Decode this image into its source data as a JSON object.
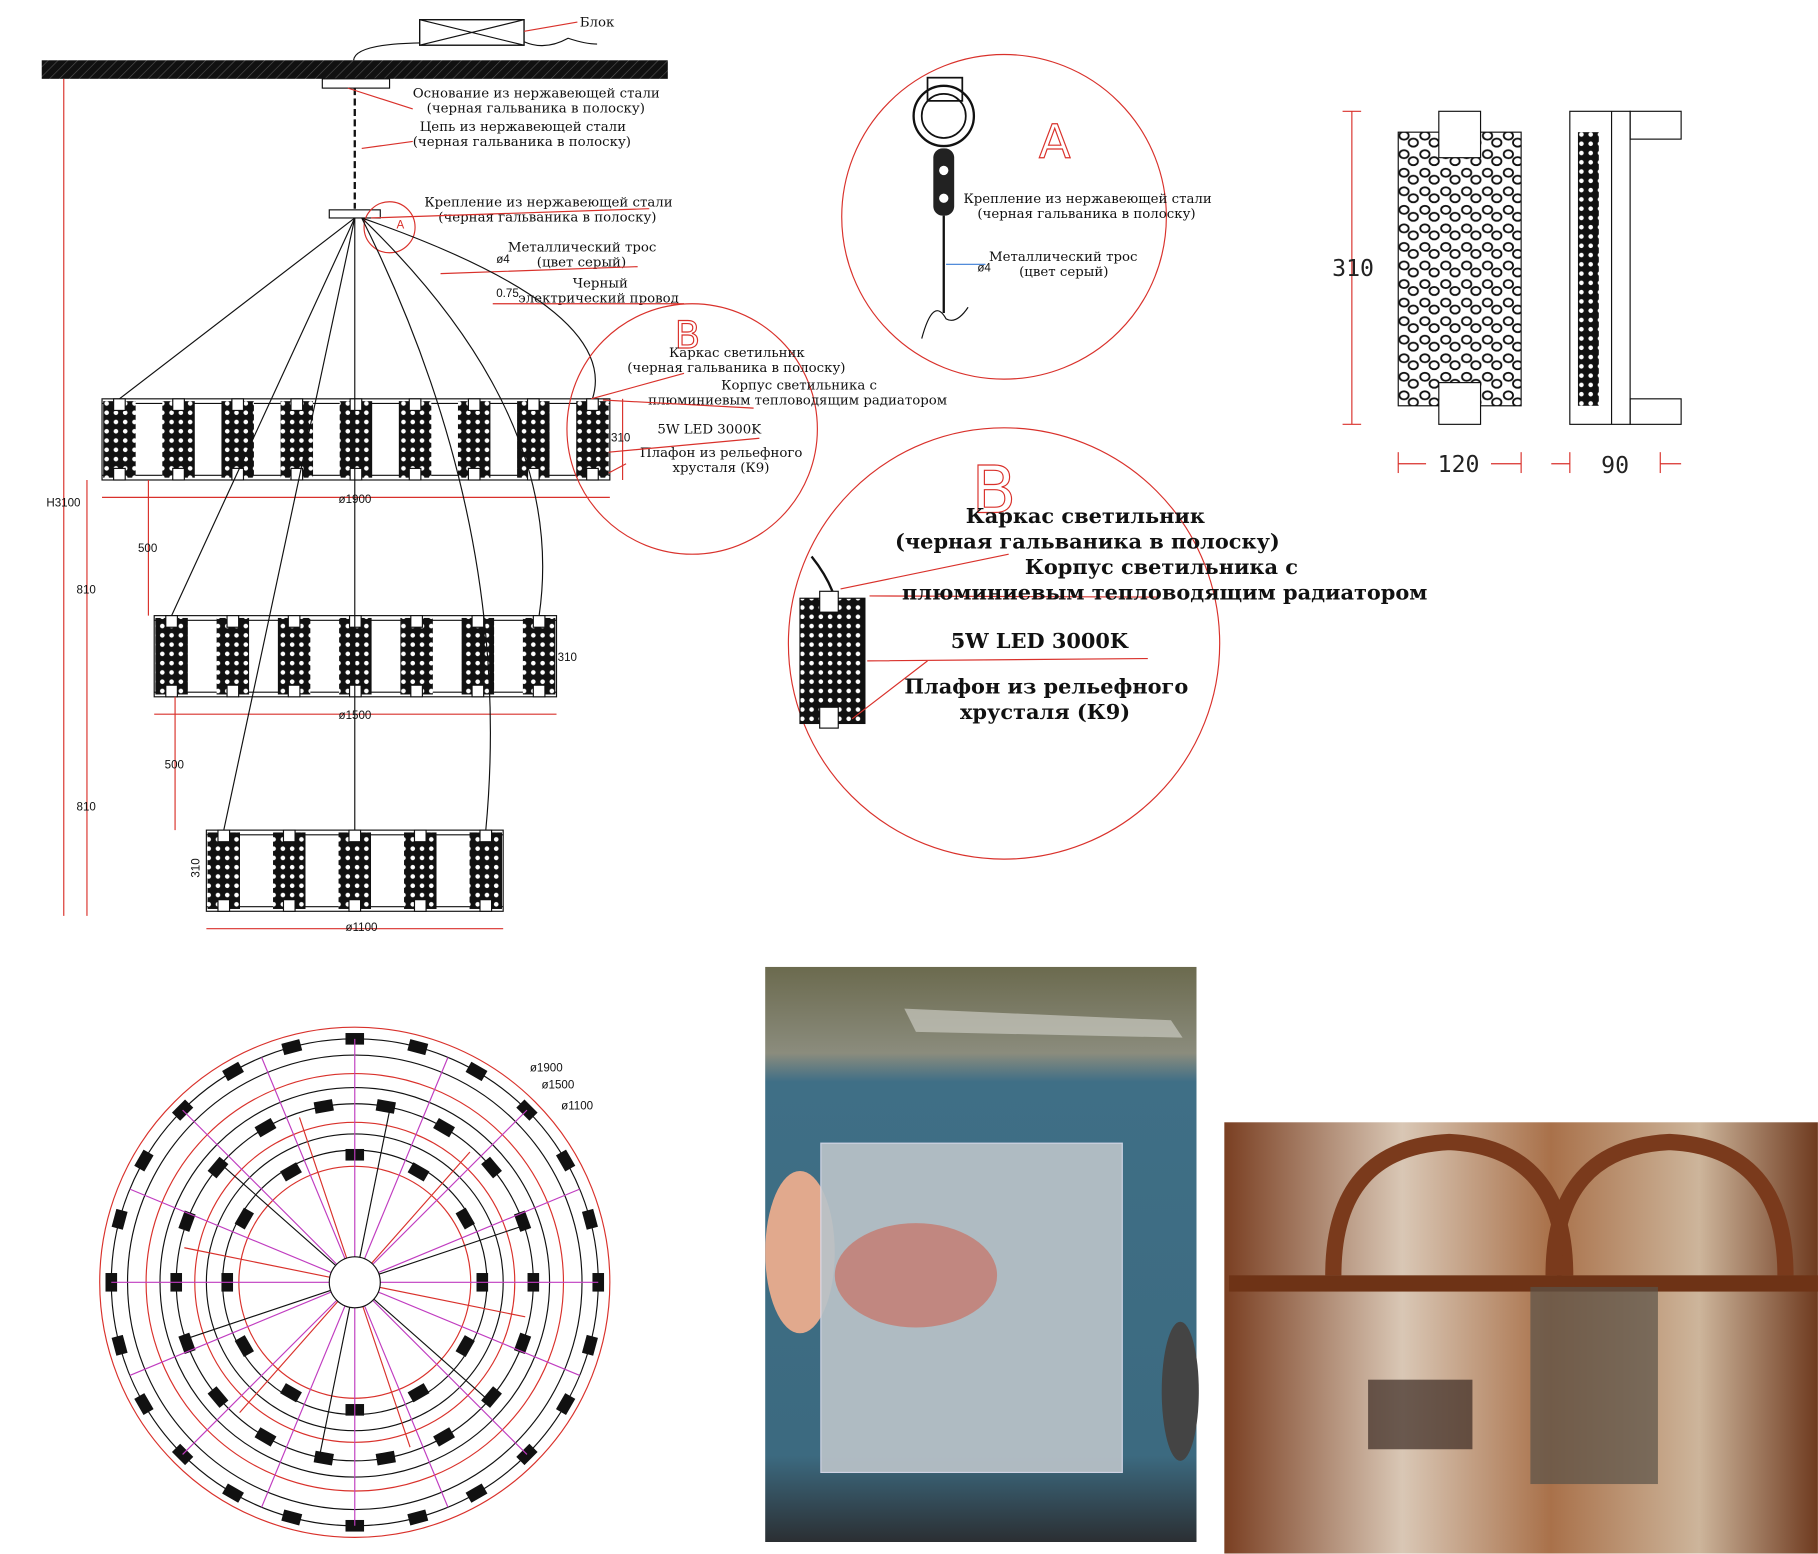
{
  "labels": {
    "block": "Блок",
    "base_1": "Основание из нержавеющей стали",
    "base_2": "(черная гальваника в полоску)",
    "chain_1": "Цепь из нержавеющей стали",
    "chain_2": "(черная гальваника в полоску)",
    "mount_1": "Крепление из нержавеющей стали",
    "mount_2": "(черная гальваника в полоску)",
    "cable_1": "Металлический трос",
    "cable_2": "(цвет серый)",
    "cable_dia": "ø4",
    "wire_1": "Черный",
    "wire_2": "электрический провод",
    "wire_size": "0.75",
    "frame_1": "Каркас светильник",
    "frame_2": "(черная гальваника в полоску)",
    "body_1": "Корпус светильника с",
    "body_2": "плюминиевым тепловодящим радиатором",
    "led": "5W LED 3000K",
    "shade_1": "Плафон из рельефного",
    "shade_2": "хрусталя (К9)",
    "detail_a": "A",
    "detail_b": "B"
  },
  "dimensions": {
    "total_height": "H3100",
    "tier_gap_1": "810",
    "tier_gap_2": "810",
    "drop_1": "500",
    "drop_2": "500",
    "d1": "ø1900",
    "d2": "ø1500",
    "d3": "ø1100",
    "h1": "310",
    "h2": "310",
    "h3": "310",
    "panel_height": "310",
    "panel_width": "120",
    "panel_depth": "90"
  },
  "plan_labels": {
    "d1": "ø1900",
    "d2": "ø1500",
    "d3": "ø1100"
  },
  "colors": {
    "annotation": "#d9312b",
    "line": "#111111",
    "plan_axis": "#c03cc0"
  }
}
